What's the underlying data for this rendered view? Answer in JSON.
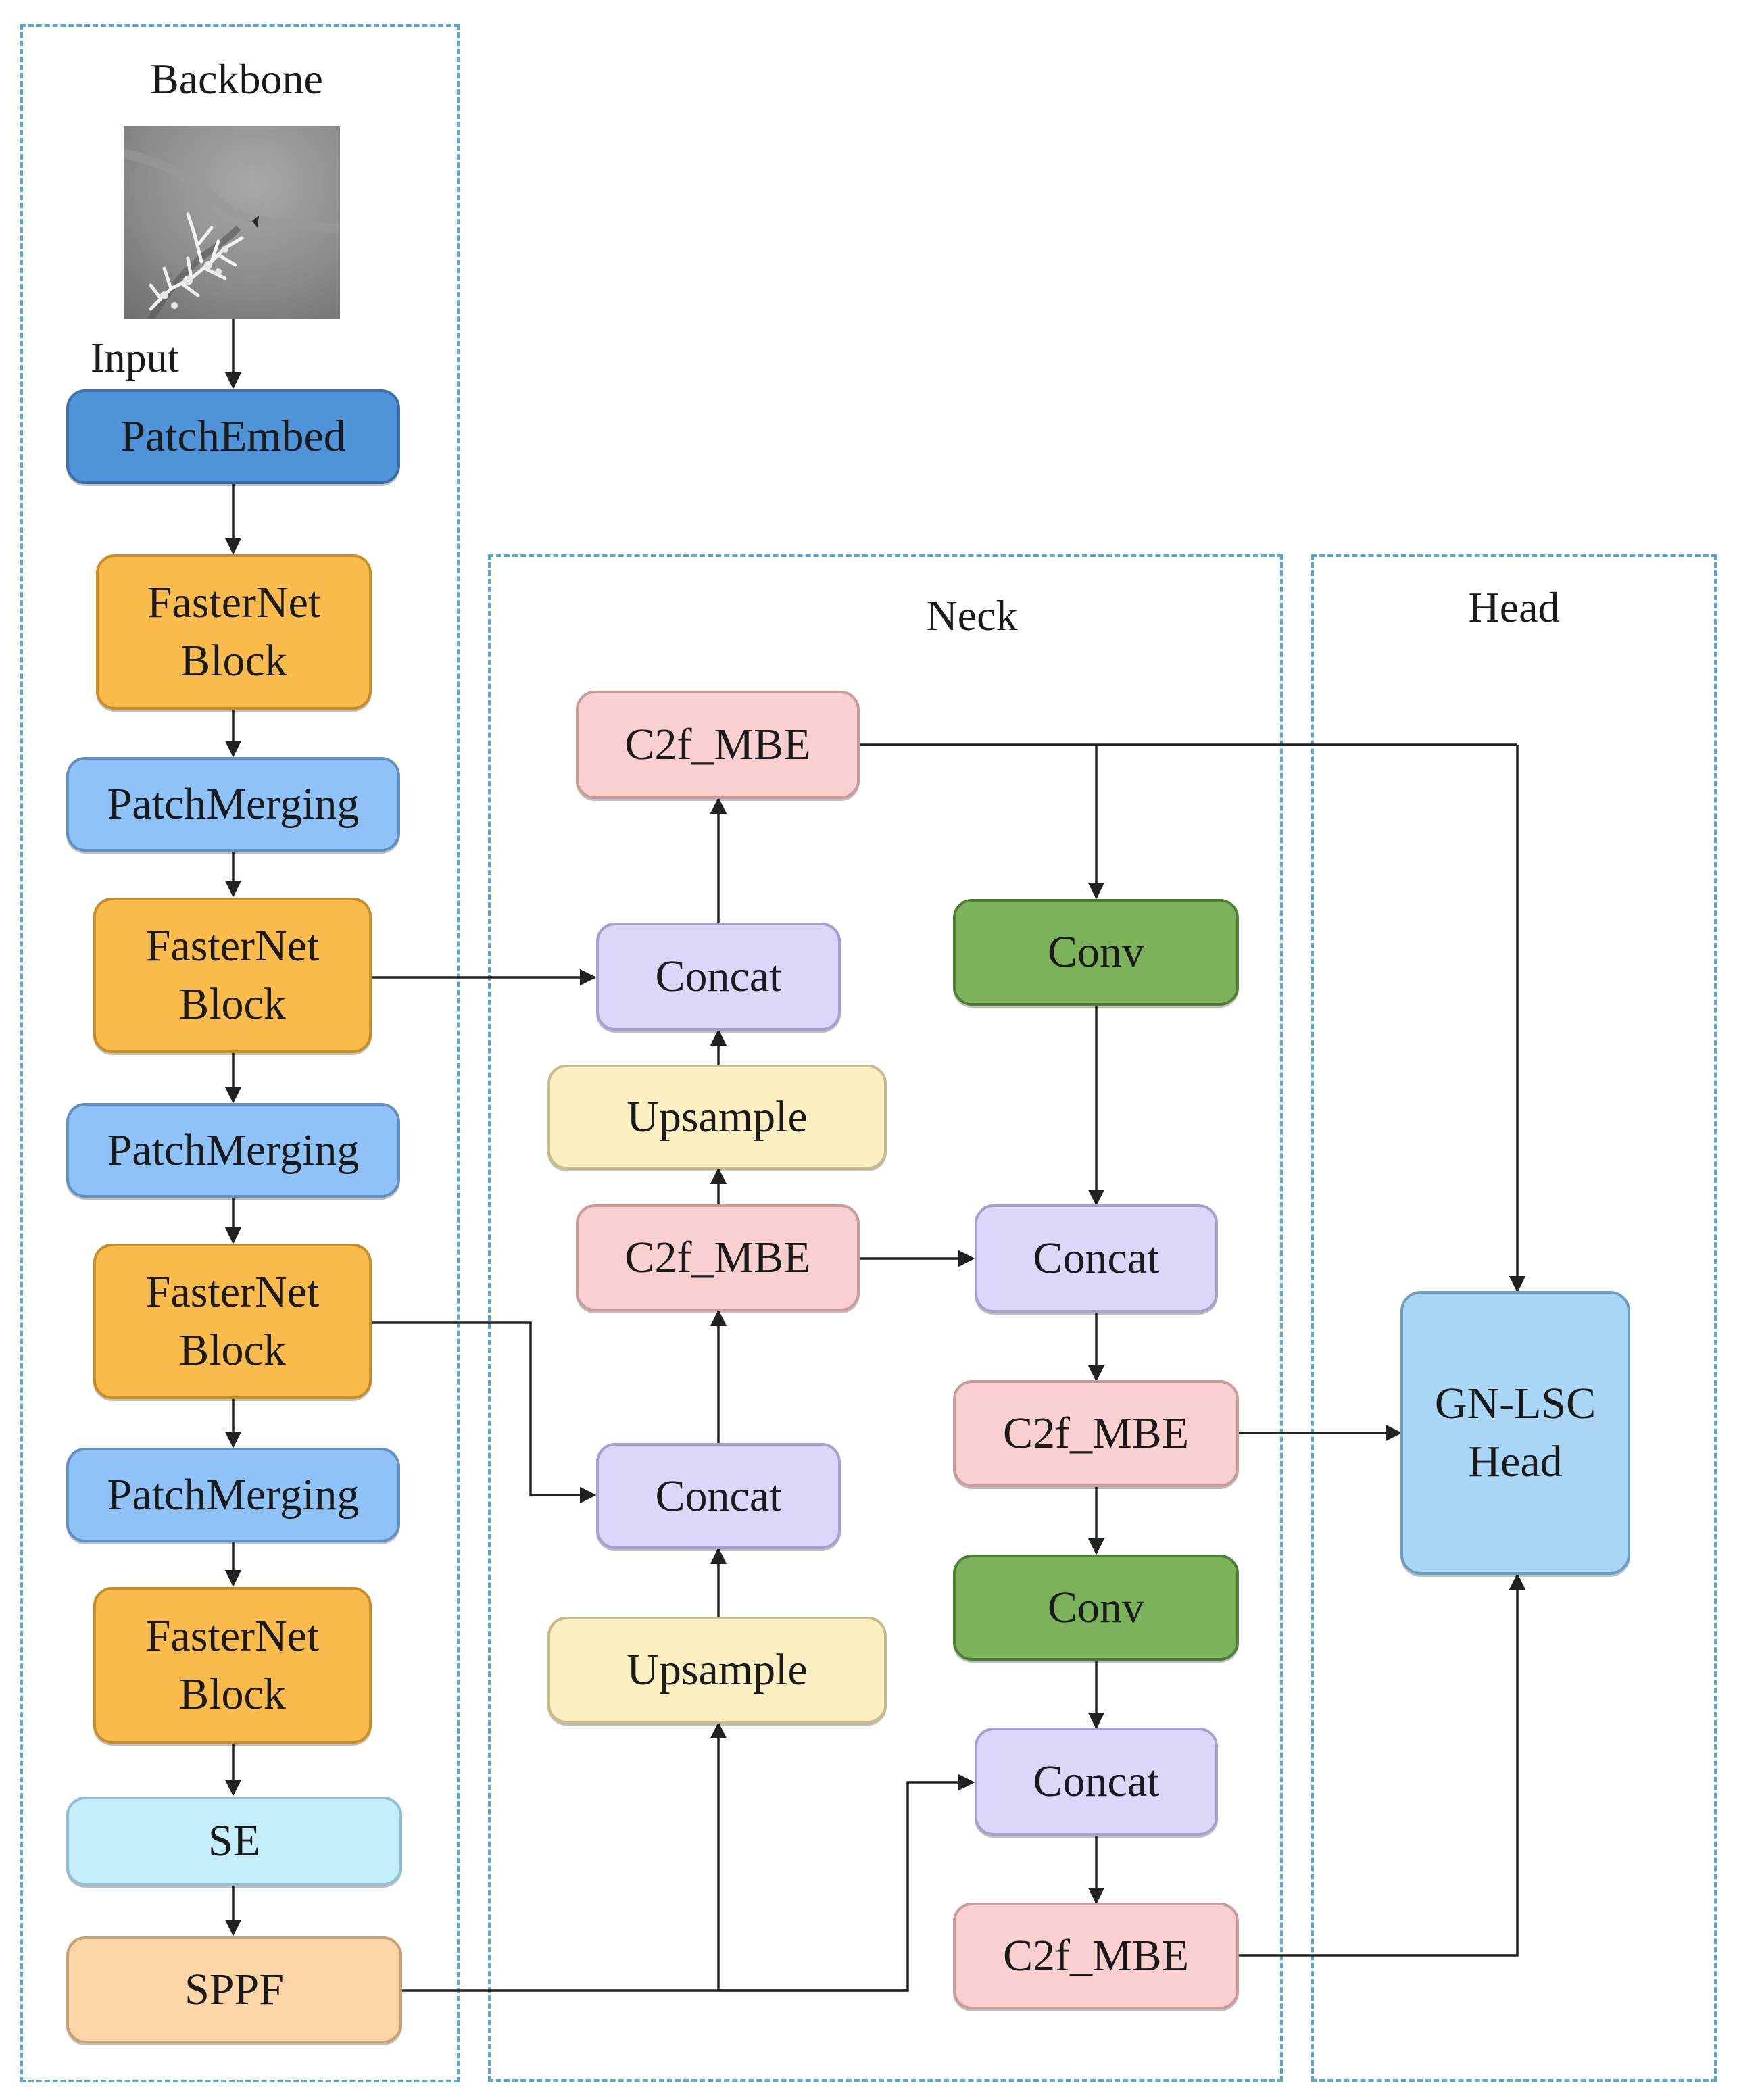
{
  "sections": {
    "backbone": "Backbone",
    "neck": "Neck",
    "head": "Head"
  },
  "input_label": "Input",
  "backbone": {
    "patch_embed": "PatchEmbed",
    "fasternet_1": "FasterNet\nBlock",
    "patch_merging_1": "PatchMerging",
    "fasternet_2": "FasterNet\nBlock",
    "patch_merging_2": "PatchMerging",
    "fasternet_3": "FasterNet\nBlock",
    "patch_merging_3": "PatchMerging",
    "fasternet_4": "FasterNet\nBlock",
    "se": "SE",
    "sppf": "SPPF"
  },
  "neck": {
    "c2f_top": "C2f_MBE",
    "concat_1": "Concat",
    "upsample_1": "Upsample",
    "c2f_mid": "C2f_MBE",
    "concat_2": "Concat",
    "upsample_2": "Upsample",
    "conv_1": "Conv",
    "concat_3": "Concat",
    "c2f_right_1": "C2f_MBE",
    "conv_2": "Conv",
    "concat_4": "Concat",
    "c2f_right_2": "C2f_MBE"
  },
  "head": {
    "gn_lsc_head": "GN-LSC\nHead"
  }
}
